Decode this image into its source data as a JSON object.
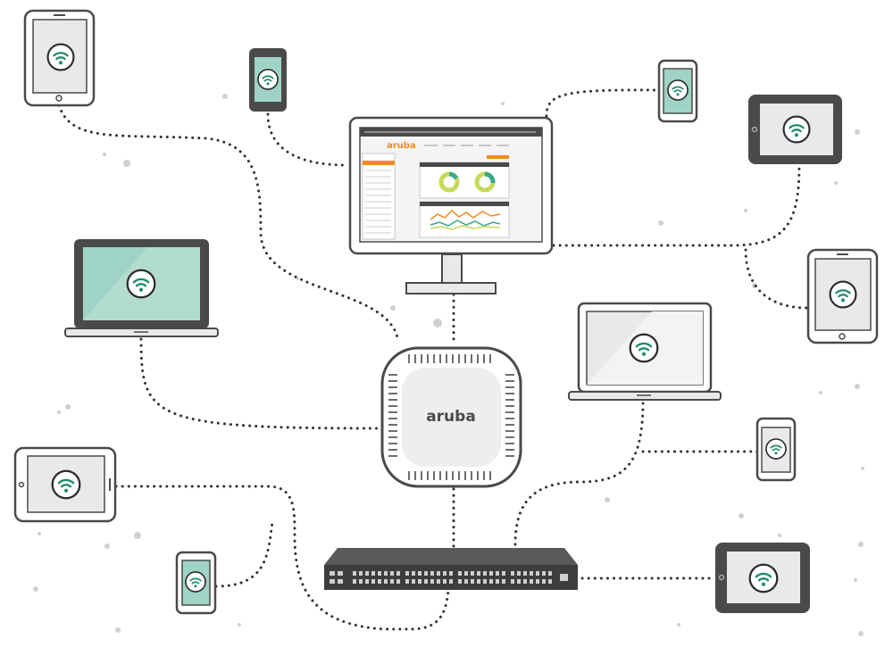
{
  "diagram": {
    "access_point": {
      "brand_text": "aruba",
      "icon": "wireless-access-point"
    },
    "monitor": {
      "brand_text": "aruba",
      "icon": "management-dashboard-monitor"
    },
    "switch": {
      "icon": "network-switch"
    },
    "device_icon": "wifi-icon",
    "colors": {
      "screen_teal": "#9fd3c5",
      "screen_gray": "#e9e9e9",
      "wifi_green": "#1e8a6a",
      "device_frame": "#4a4a4a",
      "brand_orange": "#f28a1d",
      "chart_lime": "#c7d95a",
      "chart_teal": "#3aa88a"
    }
  }
}
